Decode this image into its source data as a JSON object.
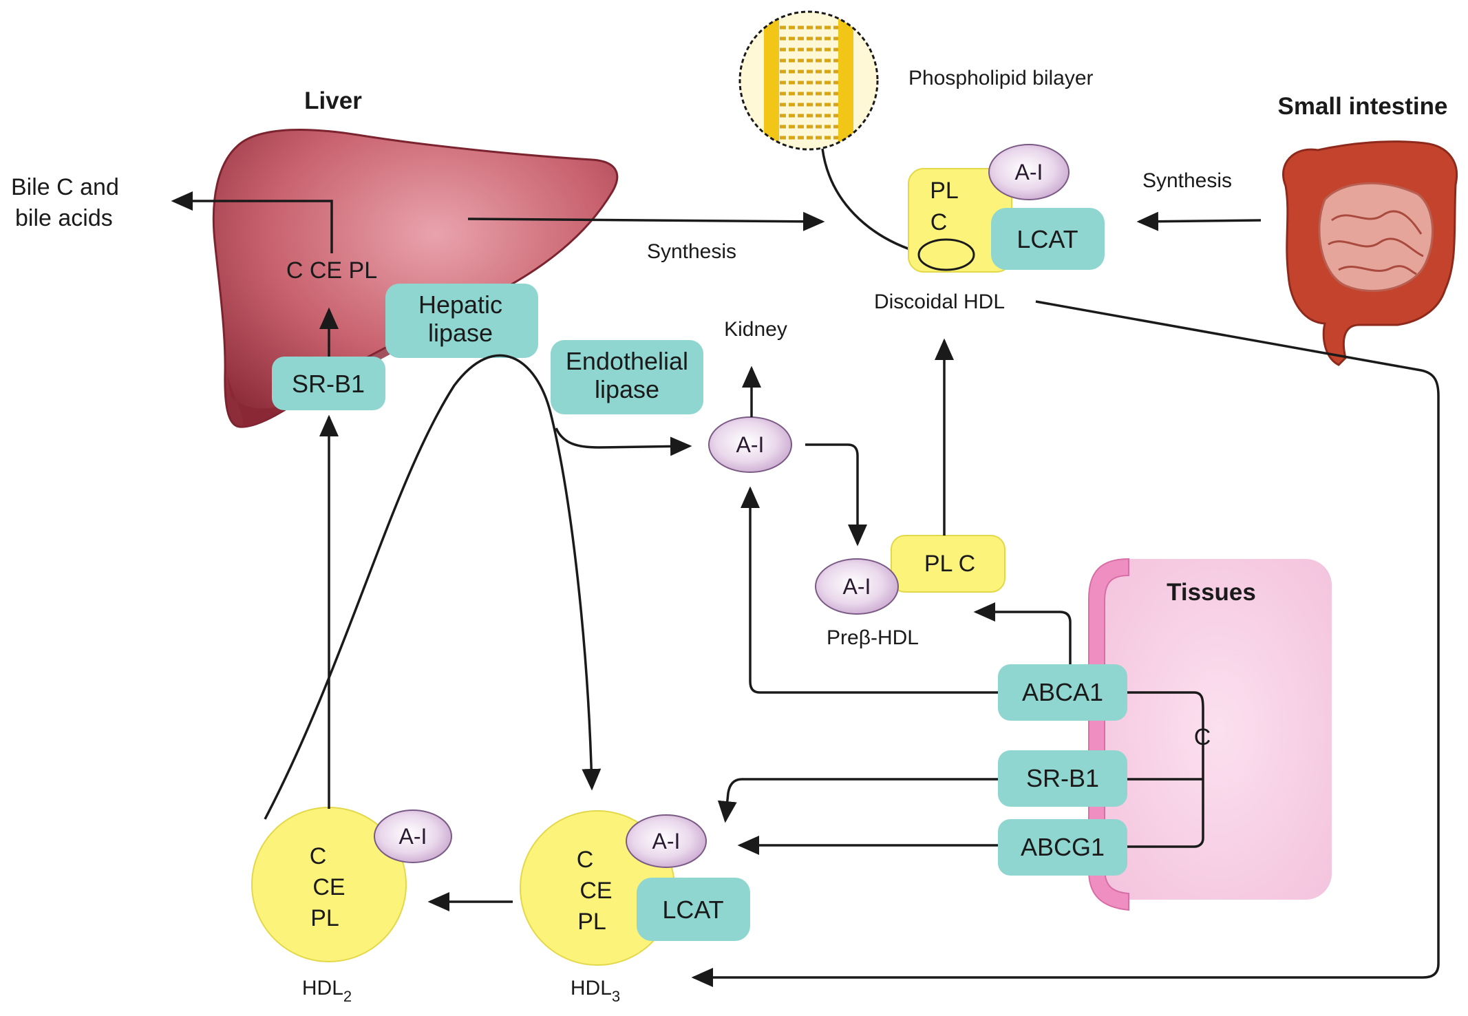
{
  "organs": {
    "liver": {
      "title": "Liver",
      "contents": "C CE PL"
    },
    "small_intestine": {
      "title": "Small intestine"
    },
    "tissues": {
      "title": "Tissues",
      "contents": "C"
    },
    "kidney": {
      "title": "Kidney"
    }
  },
  "outputs": {
    "bile_line1": "Bile C and",
    "bile_line2": "bile acids"
  },
  "processes": {
    "synthesis_liver": "Synthesis",
    "synthesis_intestine": "Synthesis"
  },
  "enzymes": {
    "hepatic_lipase_line1": "Hepatic",
    "hepatic_lipase_line2": "lipase",
    "endothelial_lipase_line1": "Endothelial",
    "endothelial_lipase_line2": "lipase",
    "sr_b1_liver": "SR-B1",
    "sr_b1_tissue": "SR-B1",
    "abca1": "ABCA1",
    "abcg1": "ABCG1",
    "lcat_discoidal": "LCAT",
    "lcat_hdl3": "LCAT"
  },
  "apolipoprotein": {
    "label": "A-I"
  },
  "particles": {
    "phospholipid_bilayer": "Phospholipid bilayer",
    "discoidal_hdl": {
      "name": "Discoidal HDL",
      "pl": "PL",
      "c": "C"
    },
    "prebeta_hdl": {
      "name": "Preβ-HDL",
      "contents": "PL C"
    },
    "hdl2": {
      "name": "HDL",
      "subscript": "2",
      "line1": "C",
      "line2": "CE",
      "line3": "PL"
    },
    "hdl3": {
      "name": "HDL",
      "subscript": "3",
      "line1": "C",
      "line2": "CE",
      "line3": "PL"
    }
  },
  "colors": {
    "liver": "#b5525e",
    "enzyme_box": "#8fd6d0",
    "lipid_yellow": "#fbf37a",
    "apo_ai": "#e7d3ea",
    "tissue": "#f7cde4",
    "tissue_membrane": "#ef8fc1",
    "intestine": "#c4432c"
  }
}
